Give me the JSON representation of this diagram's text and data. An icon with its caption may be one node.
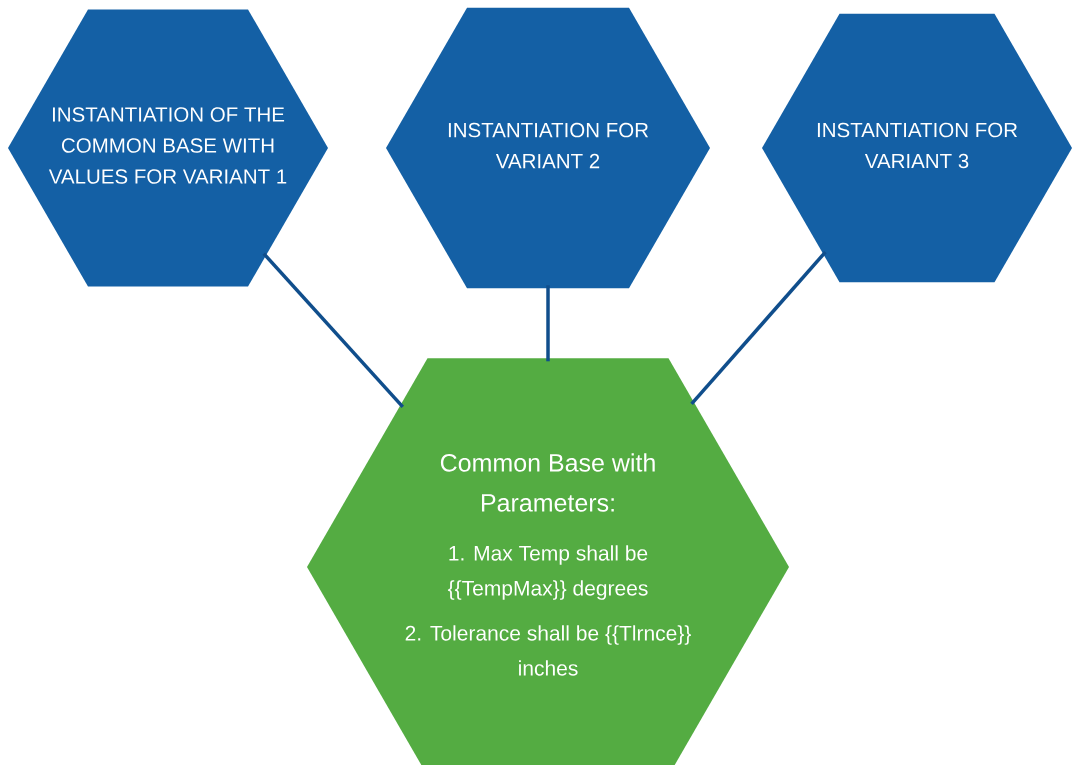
{
  "diagram": {
    "nodes": [
      {
        "text": [
          "INSTANTIATION OF THE COMMON BASE WITH VALUES FOR VARIANT 1"
        ]
      },
      {
        "text": [
          "INSTANTIATION FOR VARIANT 2"
        ]
      },
      {
        "text": [
          "INSTANTIATION FOR VARIANT 3"
        ]
      },
      {
        "text": [
          "Common Base with Parameters:",
          "1. Max Temp shall be {{TempMax}} degrees",
          "2. Tolerance shall be {{Tlrnce}} inches"
        ]
      }
    ],
    "edges": [
      {
        "from": 0,
        "to": 3,
        "arrow": "none"
      },
      {
        "from": 1,
        "to": 3,
        "arrow": "none"
      },
      {
        "from": 2,
        "to": 3,
        "arrow": "none"
      }
    ]
  }
}
